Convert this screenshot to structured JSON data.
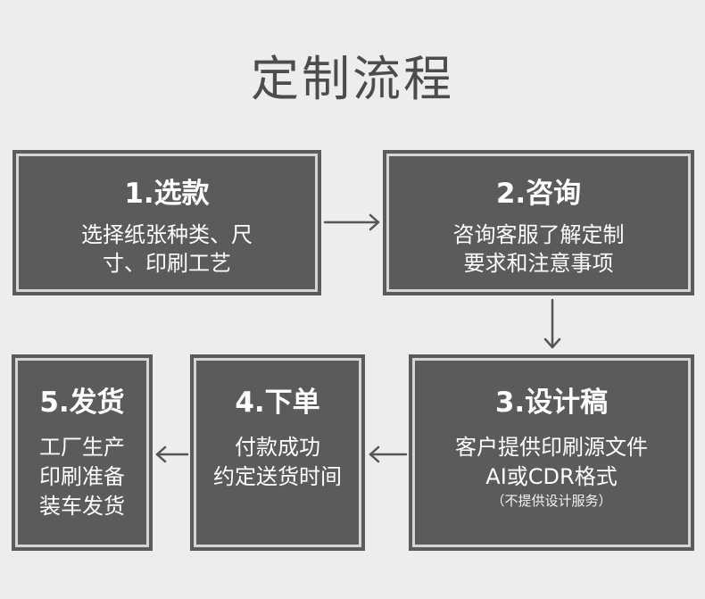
{
  "title": "定制流程",
  "steps": [
    {
      "title": "1.选款",
      "lines": [
        "选择纸张种类、尺",
        "寸、印刷工艺"
      ]
    },
    {
      "title": "2.咨询",
      "lines": [
        "咨询客服了解定制",
        "要求和注意事项"
      ]
    },
    {
      "title": "3.设计稿",
      "lines": [
        "客户提供印刷源文件",
        "AI或CDR格式"
      ],
      "note": "（不提供设计服务）"
    },
    {
      "title": "4.下单",
      "lines": [
        "付款成功",
        "约定送货时间"
      ]
    },
    {
      "title": "5.发货",
      "lines": [
        "工厂生产",
        "印刷准备",
        "装车发货"
      ]
    }
  ]
}
